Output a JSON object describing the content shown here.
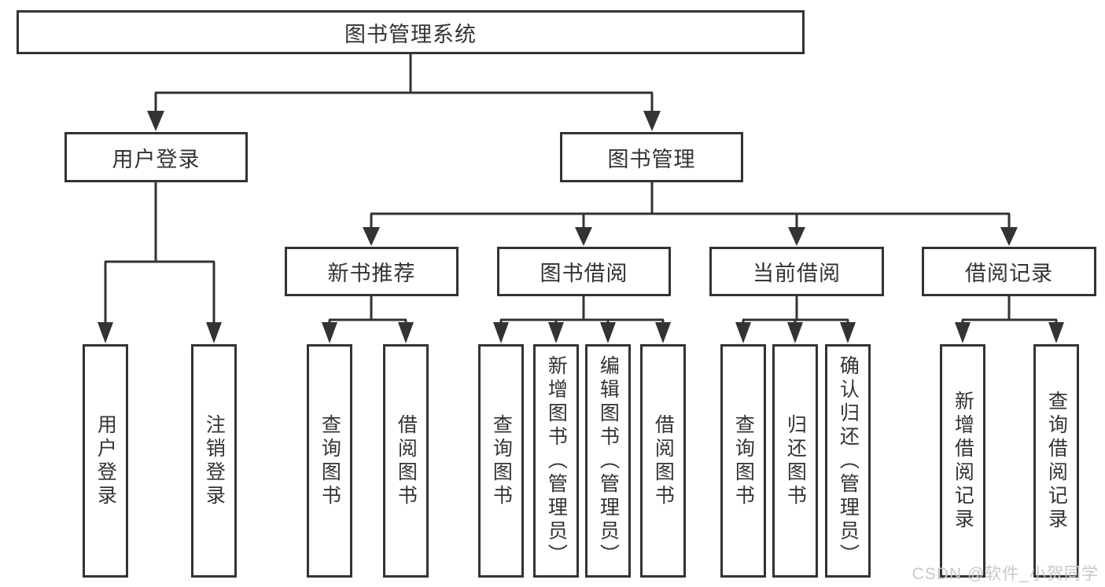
{
  "tree": {
    "root": "图书管理系统",
    "children": [
      {
        "label": "用户登录",
        "children": [
          {
            "label": "用户登录"
          },
          {
            "label": "注销登录"
          }
        ]
      },
      {
        "label": "图书管理",
        "children": [
          {
            "label": "新书推荐",
            "children": [
              {
                "label": "查询图书"
              },
              {
                "label": "借阅图书"
              }
            ]
          },
          {
            "label": "图书借阅",
            "children": [
              {
                "label": "查询图书"
              },
              {
                "label": "新增图书（管理员）"
              },
              {
                "label": "编辑图书（管理员）"
              },
              {
                "label": "借阅图书"
              }
            ]
          },
          {
            "label": "当前借阅",
            "children": [
              {
                "label": "查询图书"
              },
              {
                "label": "归还图书"
              },
              {
                "label": "确认归还（管理员）"
              }
            ]
          },
          {
            "label": "借阅记录",
            "children": [
              {
                "label": "新增借阅记录"
              },
              {
                "label": "查询借阅记录"
              }
            ]
          }
        ]
      }
    ]
  },
  "watermark": {
    "text": "CSDN @软件_小贺同学"
  },
  "colors": {
    "line": "#333333",
    "text": "#333333",
    "box_background": "#ffffff",
    "watermark": "#c8c8c8",
    "background": "#ffffff"
  }
}
